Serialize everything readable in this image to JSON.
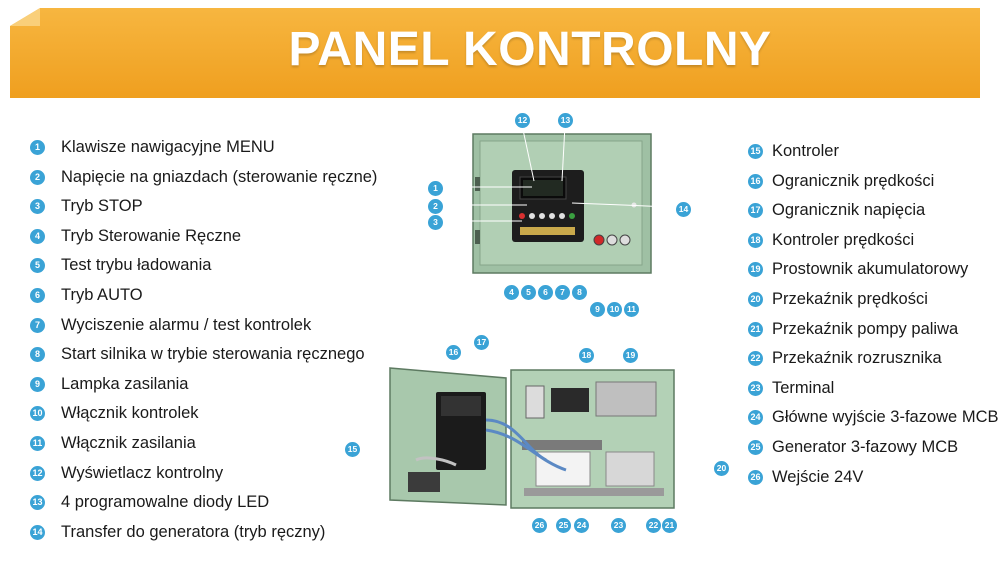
{
  "title": "PANEL KONTROLNY",
  "colors": {
    "banner": "#f2a526",
    "banner_light": "#f8c253",
    "badge": "#3aa3d6",
    "cabinet": "#aacaae",
    "cabinet_dark": "#6f8f73"
  },
  "legend_left": [
    {
      "num": "1",
      "label": "Klawisze nawigacyjne MENU"
    },
    {
      "num": "2",
      "label": "Napięcie na gniazdach (sterowanie ręczne)"
    },
    {
      "num": "3",
      "label": "Tryb STOP"
    },
    {
      "num": "4",
      "label": "Tryb Sterowanie Ręczne"
    },
    {
      "num": "5",
      "label": "Test trybu ładowania"
    },
    {
      "num": "6",
      "label": "Tryb AUTO"
    },
    {
      "num": "7",
      "label": "Wyciszenie alarmu / test kontrolek"
    },
    {
      "num": "8",
      "label": "Start silnika w trybie sterowania ręcznego"
    },
    {
      "num": "9",
      "label": "Lampka zasilania"
    },
    {
      "num": "10",
      "label": "Włącznik kontrolek"
    },
    {
      "num": "11",
      "label": "Włącznik zasilania"
    },
    {
      "num": "12",
      "label": "Wyświetlacz kontrolny"
    },
    {
      "num": "13",
      "label": "4 programowalne diody LED"
    },
    {
      "num": "14",
      "label": "Transfer do generatora (tryb ręczny)"
    }
  ],
  "legend_right": [
    {
      "num": "15",
      "label": "Kontroler"
    },
    {
      "num": "16",
      "label": "Ogranicznik prędkości"
    },
    {
      "num": "17",
      "label": "Ogranicznik napięcia"
    },
    {
      "num": "18",
      "label": "Kontroler prędkości"
    },
    {
      "num": "19",
      "label": "Prostownik akumulatorowy"
    },
    {
      "num": "20",
      "label": "Przekaźnik prędkości"
    },
    {
      "num": "21",
      "label": "Przekaźnik pompy paliwa"
    },
    {
      "num": "22",
      "label": "Przekaźnik rozrusznika"
    },
    {
      "num": "23",
      "label": "Terminal"
    },
    {
      "num": "24",
      "label": "Główne wyjście 3-fazowe MCB"
    },
    {
      "num": "25",
      "label": "Generator 3-fazowy MCB"
    },
    {
      "num": "26",
      "label": "Wejście 24V"
    }
  ],
  "panel_top_callouts": [
    "12",
    "13",
    "1",
    "2",
    "3",
    "14",
    "4",
    "5",
    "6",
    "7",
    "8",
    "9",
    "10",
    "11"
  ],
  "panel_bottom_callouts": [
    "16",
    "17",
    "18",
    "19",
    "15",
    "20",
    "26",
    "25",
    "24",
    "23",
    "22",
    "21"
  ]
}
